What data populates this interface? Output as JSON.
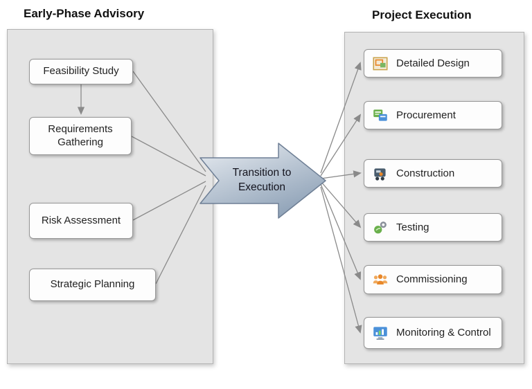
{
  "left_panel": {
    "title": "Early-Phase Advisory",
    "items": [
      "Feasibility Study",
      "Requirements Gathering",
      "Risk Assessment",
      "Strategic Planning"
    ]
  },
  "arrow": {
    "label": "Transition to Execution"
  },
  "right_panel": {
    "title": "Project Execution",
    "items": [
      {
        "label": "Detailed Design",
        "icon": "blueprint-icon"
      },
      {
        "label": "Procurement",
        "icon": "procurement-icon"
      },
      {
        "label": "Construction",
        "icon": "construction-icon"
      },
      {
        "label": "Testing",
        "icon": "testing-icon"
      },
      {
        "label": "Commissioning",
        "icon": "commissioning-icon"
      },
      {
        "label": "Monitoring & Control",
        "icon": "monitoring-icon"
      }
    ]
  },
  "colors": {
    "panel_bg": "#e4e4e4",
    "node_bg": "#fdfdfd",
    "node_border": "#979797",
    "connector": "#8a8a8a",
    "arrow_fill_light": "#e9edf2",
    "arrow_fill_dark": "#90a3b8",
    "arrow_stroke": "#6e7f95"
  }
}
